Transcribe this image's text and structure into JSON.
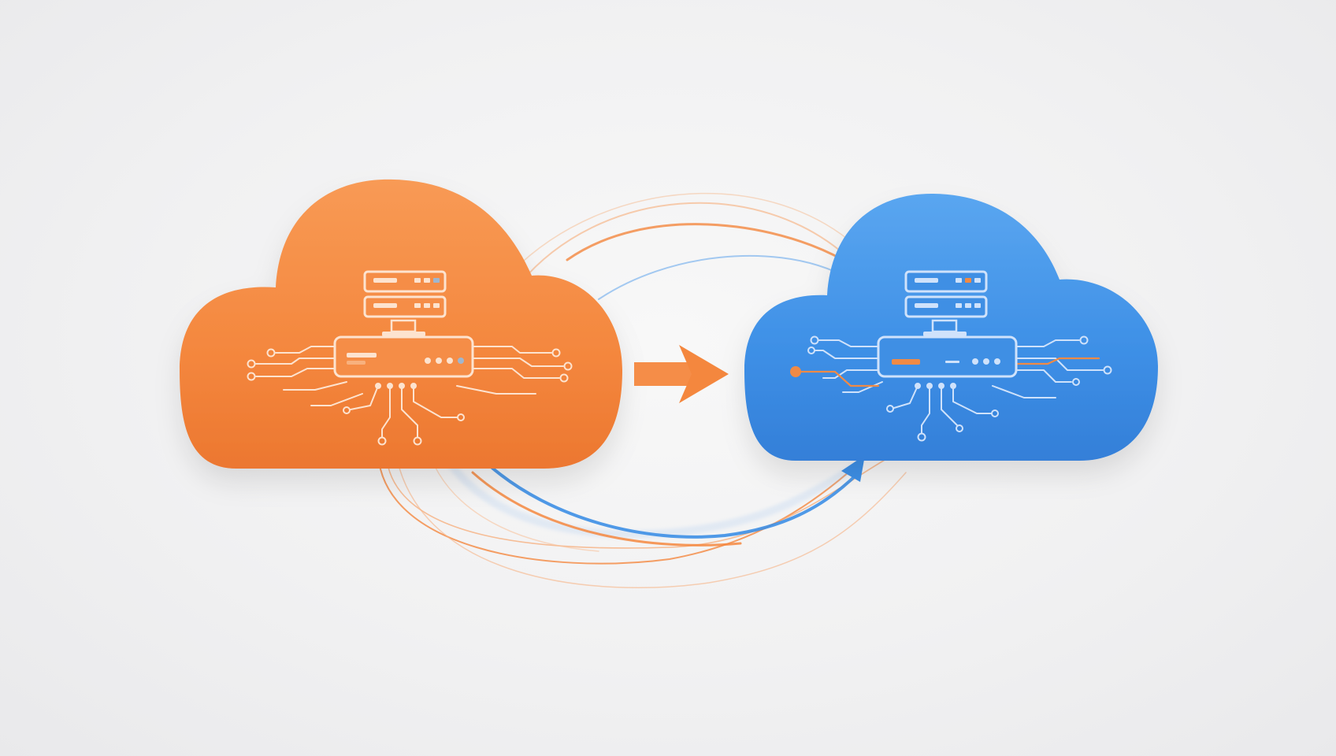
{
  "colors": {
    "background": "#f2f2f3",
    "source_cloud": "#f4873e",
    "target_cloud": "#3d8fe6",
    "transfer_arrow": "#f4873e",
    "circuit_line_light": "#fde3cf",
    "circuit_line_blue": "#cfe2fb",
    "accent_orange": "#f08a45"
  },
  "nodes": [
    {
      "id": "source-cloud",
      "role": "source",
      "icon": "server-stack-icon",
      "color": "#f4873e"
    },
    {
      "id": "target-cloud",
      "role": "destination",
      "icon": "server-stack-icon",
      "color": "#3d8fe6"
    }
  ],
  "edges": [
    {
      "from": "source-cloud",
      "to": "target-cloud",
      "style": "straight-arrow",
      "color": "#f4873e"
    },
    {
      "from": "source-cloud",
      "to": "target-cloud",
      "style": "curved-flow-lines",
      "colors": [
        "#f4873e",
        "#3d8fe6"
      ]
    }
  ]
}
